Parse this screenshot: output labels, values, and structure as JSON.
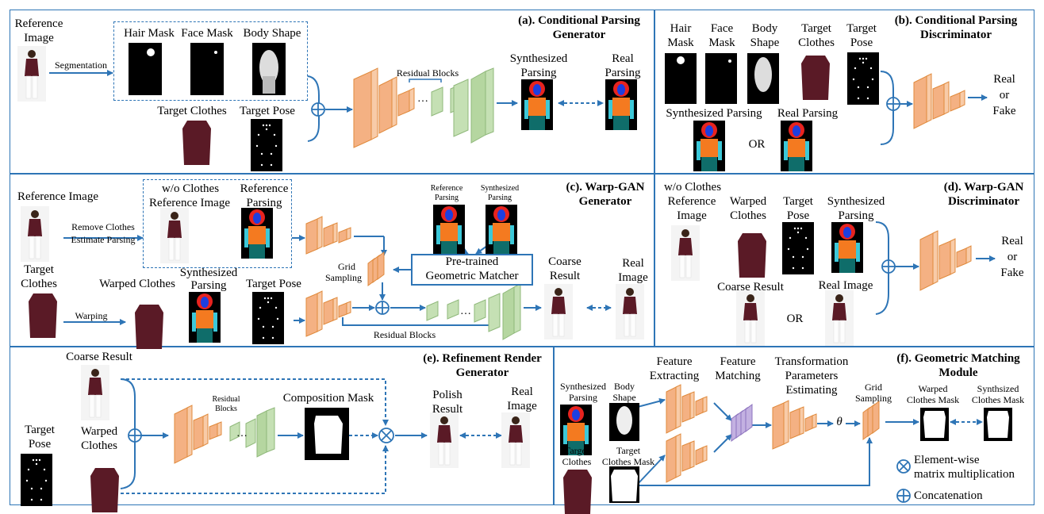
{
  "colors": {
    "line": "#2e75b6",
    "orange": "#f4b183",
    "green": "#c5e0b4",
    "purple": "#c3b1e1",
    "garment": "#5a1a26",
    "parse_orange": "#f47a20",
    "parse_red": "#e8231f",
    "parse_cyan": "#3cc8d8",
    "parse_teal": "#0f6d6a"
  },
  "icons": [
    "concat-icon",
    "multiply-icon",
    "person-photo-icon",
    "garment-icon",
    "parsing-map-icon",
    "mask-icon",
    "pose-icon"
  ],
  "a": {
    "title1": "(a). Conditional Parsing",
    "title2": "Generator",
    "ref1": "Reference",
    "ref2": "Image",
    "segmentation": "Segmentation",
    "hair_mask": "Hair Mask",
    "face_mask": "Face Mask",
    "body_shape": "Body Shape",
    "target_clothes": "Target Clothes",
    "target_pose": "Target Pose",
    "residual": "Residual Blocks",
    "synth1": "Synthesized",
    "synth2": "Parsing",
    "real1": "Real",
    "real2": "Parsing"
  },
  "b": {
    "title1": "(b). Conditional Parsing",
    "title2": "Discriminator",
    "hair1": "Hair",
    "hair2": "Mask",
    "face1": "Face",
    "face2": "Mask",
    "body1": "Body",
    "body2": "Shape",
    "tc1": "Target",
    "tc2": "Clothes",
    "tp1": "Target",
    "tp2": "Pose",
    "synth": "Synthesized Parsing",
    "real": "Real Parsing",
    "or": "OR",
    "out1": "Real",
    "out2": "or",
    "out3": "Fake"
  },
  "c": {
    "title1": "(c). Warp-GAN",
    "title2": "Generator",
    "ref_image": "Reference Image",
    "wo1": "w/o Clothes",
    "wo2": "Reference Image",
    "refp1": "Reference",
    "refp2": "Parsing",
    "remove": "Remove Clothes",
    "estimate": "Estimate Parsing",
    "tc1": "Target",
    "tc2": "Clothes",
    "warped": "Warped Clothes",
    "warping": "Warping",
    "synth1": "Synthesized",
    "synth2": "Parsing",
    "target_pose": "Target Pose",
    "rp1": "Reference",
    "rp2": "Parsing",
    "sp1": "Synthesized",
    "sp2": "Parsing",
    "matcher1": "Pre-trained",
    "matcher2": "Geometric Matcher",
    "grid1": "Grid",
    "grid2": "Sampling",
    "residual": "Residual Blocks",
    "coarse1": "Coarse",
    "coarse2": "Result",
    "real1": "Real",
    "real2": "Image"
  },
  "d": {
    "title1": "(d). Warp-GAN",
    "title2": "Discriminator",
    "wo1": "w/o Clothes",
    "wo2": "Reference",
    "wo3": "Image",
    "wc1": "Warped",
    "wc2": "Clothes",
    "tp1": "Target",
    "tp2": "Pose",
    "sp1": "Synthesized",
    "sp2": "Parsing",
    "coarse": "Coarse Result",
    "real": "Real Image",
    "or": "OR",
    "out1": "Real",
    "out2": "or",
    "out3": "Fake"
  },
  "e": {
    "title1": "(e). Refinement Render",
    "title2": "Generator",
    "coarse": "Coarse Result",
    "tp1": "Target",
    "tp2": "Pose",
    "wc1": "Warped",
    "wc2": "Clothes",
    "res1": "Residual",
    "res2": "Blocks",
    "comp": "Composition Mask",
    "pol1": "Polish",
    "pol2": "Result",
    "real1": "Real",
    "real2": "Image"
  },
  "f": {
    "title1": "(f). Geometric Matching",
    "title2": "Module",
    "sp1": "Synthesized",
    "sp2": "Parsing",
    "bs1": "Body",
    "bs2": "Shape",
    "tc1": "Target",
    "tc2": "Clothes",
    "tcm1": "Target",
    "tcm2": "Clothes Mask",
    "fe1": "Feature",
    "fe2": "Extracting",
    "fm1": "Feature",
    "fm2": "Matching",
    "tr1": "Transformation",
    "tr2": "Parameters",
    "tr3": "Estimating",
    "theta": "θ",
    "grid1": "Grid",
    "grid2": "Sampling",
    "wcm1": "Warped",
    "wcm2": "Clothes Mask",
    "scm1": "Synthsized",
    "scm2": "Clothes Mask",
    "legend_mult1": "Element-wise",
    "legend_mult2": "matrix multiplication",
    "legend_concat": "Concatenation"
  }
}
